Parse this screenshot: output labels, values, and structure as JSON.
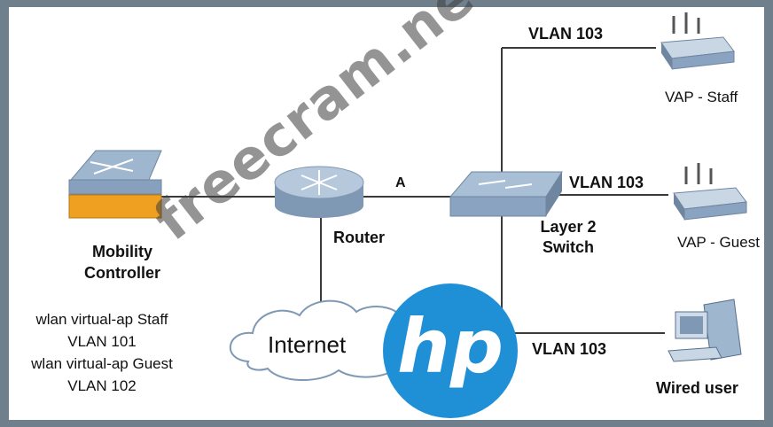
{
  "watermark": "freecram.net",
  "devices": {
    "mobility_controller": {
      "label_line1": "Mobility",
      "label_line2": "Controller"
    },
    "router": {
      "label": "Router"
    },
    "switch": {
      "label_line1": "Layer 2",
      "label_line2": "Switch"
    },
    "internet": {
      "label": "Internet"
    },
    "vap_staff": {
      "label": "VAP - Staff"
    },
    "vap_guest": {
      "label": "VAP - Guest"
    },
    "wired_user": {
      "label": "Wired user"
    }
  },
  "links": {
    "vlan_staff": "VLAN 103",
    "vlan_guest": "VLAN 103",
    "vlan_wired": "VLAN 103",
    "router_switch_marker": "A"
  },
  "controller_config": [
    "wlan virtual-ap Staff",
    "VLAN 101",
    "wlan virtual-ap Guest",
    "VLAN 102"
  ],
  "logo": {
    "text": "hp",
    "color": "#1f8fd6"
  },
  "colors": {
    "frame": "#6f7f8c",
    "device_blue": "#9fb6cf",
    "controller_orange": "#f0a020"
  }
}
